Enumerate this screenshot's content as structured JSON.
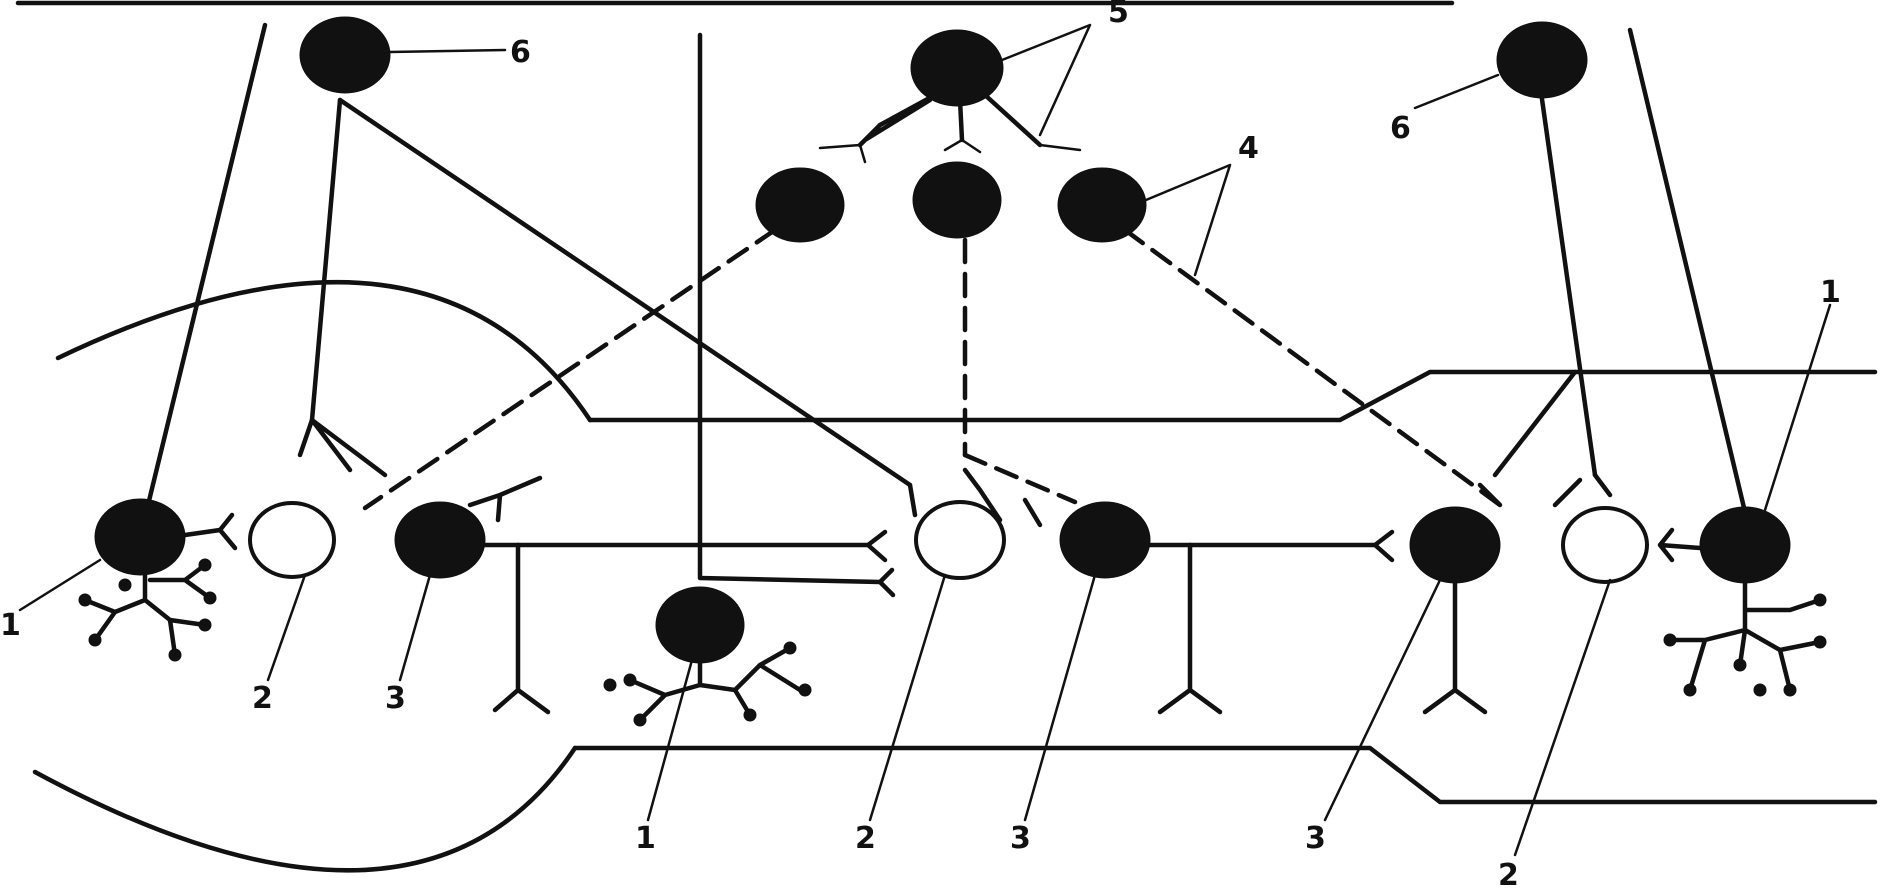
{
  "labels": {
    "l1_left": "1",
    "l2_left": "2",
    "l3_left": "3",
    "l6_left": "6",
    "l5_top": "5",
    "l4_top": "4",
    "l1_center": "1",
    "l2_center": "2",
    "l3_center": "3",
    "l3_right": "3",
    "l2_right": "2",
    "l6_right": "6",
    "l1_right": "1"
  }
}
